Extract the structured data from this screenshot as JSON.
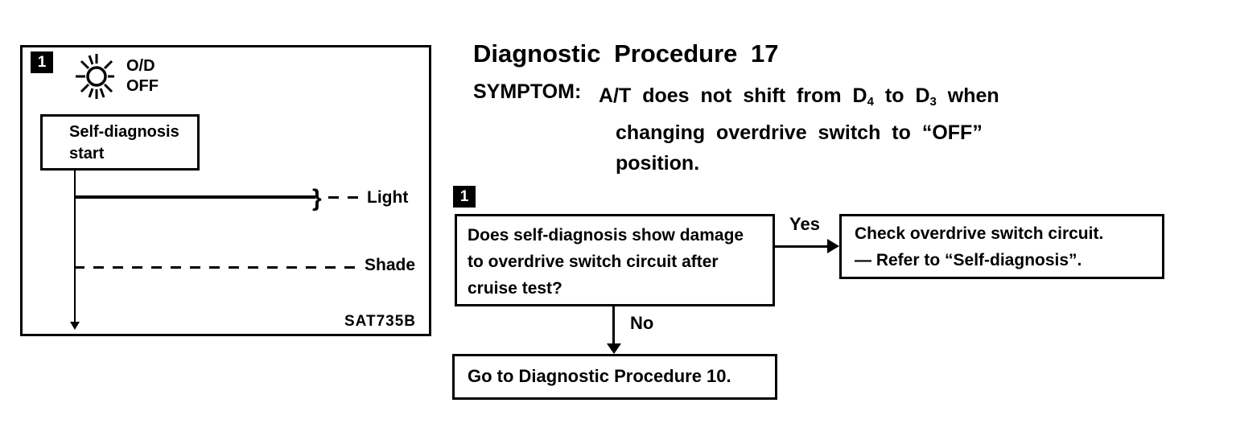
{
  "page": {
    "background": "#ffffff",
    "ink": "#000000"
  },
  "timing_panel": {
    "badge": "1",
    "indicator": {
      "icon": "od-off-lamp-icon",
      "line1": "O/D",
      "line2": "OFF"
    },
    "start_box": {
      "line1": "Self-diagnosis",
      "line2": "start"
    },
    "brace": "}",
    "light_label": "Light",
    "shade_label": "Shade",
    "figure_code": "SAT735B"
  },
  "header": {
    "title": "Diagnostic Procedure 17",
    "symptom_label": "SYMPTOM:",
    "symptom": {
      "l1_pre": "A/T does not shift from D",
      "l1_sub1": "4",
      "l1_mid": " to D",
      "l1_sub2": "3",
      "l1_post": " when",
      "l2": "changing overdrive switch to “OFF”",
      "l3": "position."
    }
  },
  "flowchart": {
    "badge": "1",
    "question_box": {
      "lines": [
        "Does self-diagnosis show damage",
        "to overdrive switch circuit after",
        "cruise test?"
      ]
    },
    "yes_label": "Yes",
    "no_label": "No",
    "yes_box": {
      "lines": [
        "Check overdrive switch circuit.",
        "— Refer to “Self-diagnosis”."
      ]
    },
    "no_box": {
      "text": "Go to Diagnostic Procedure 10."
    }
  }
}
